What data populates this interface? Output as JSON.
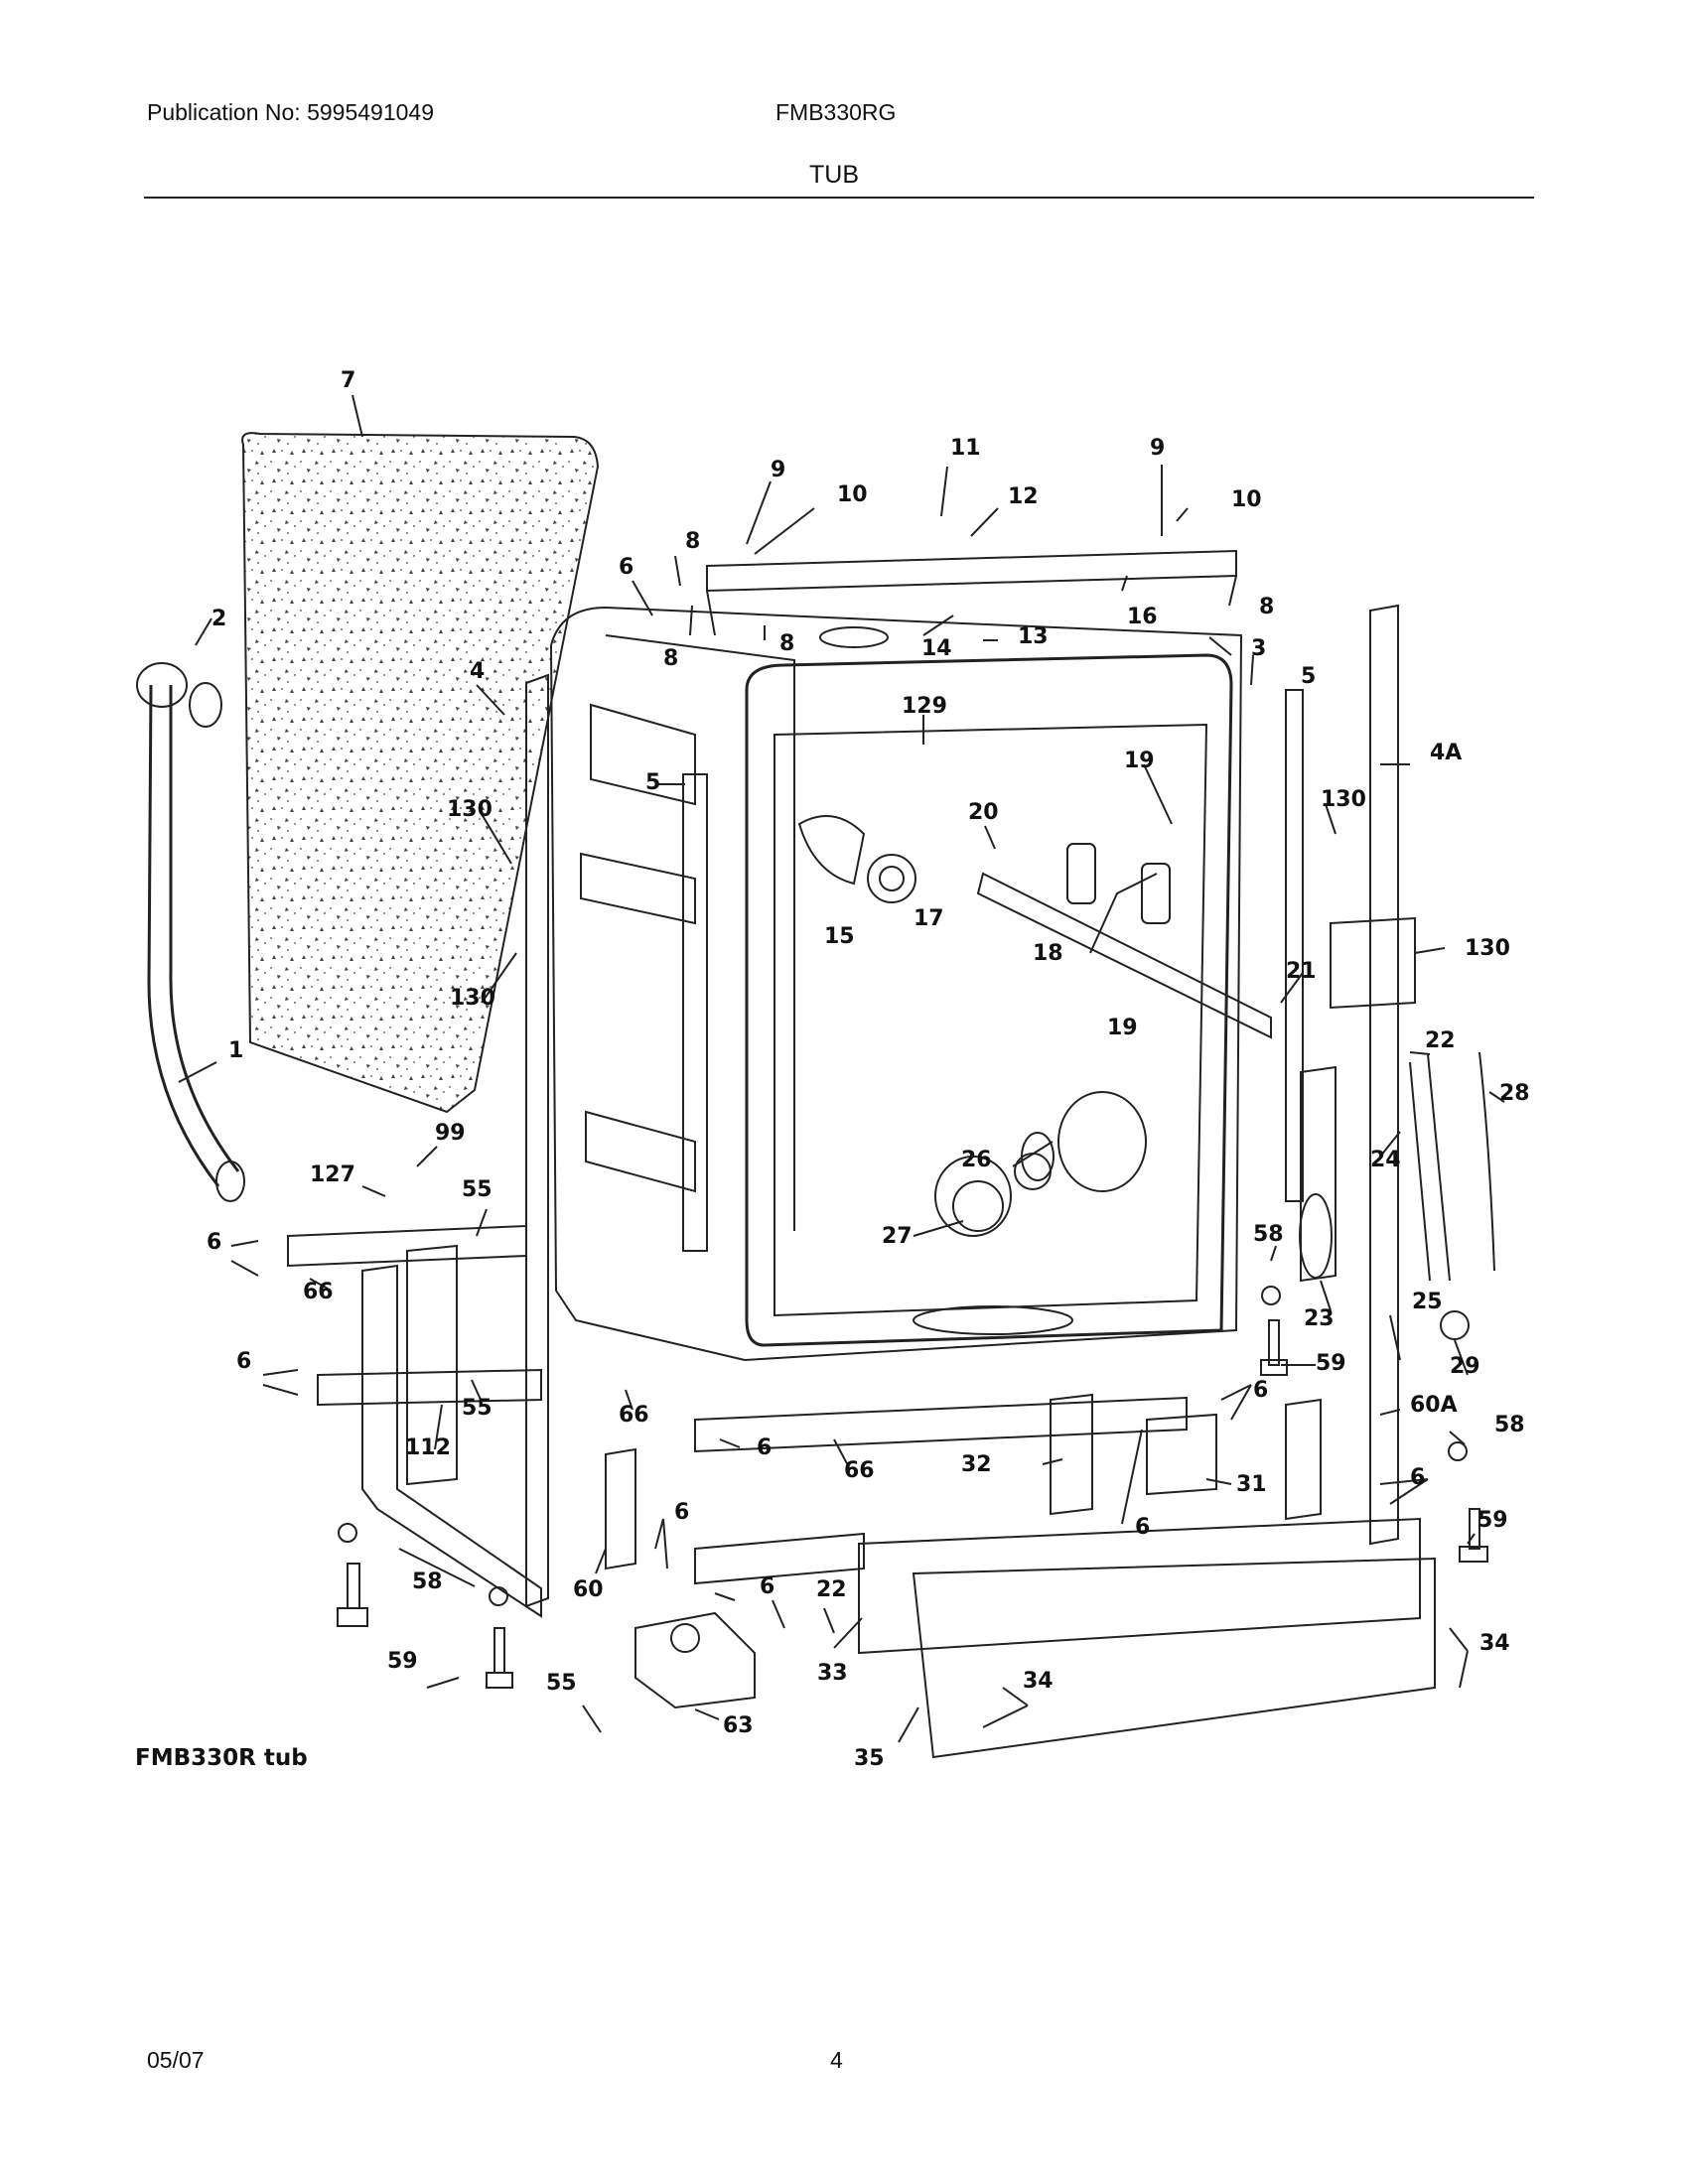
{
  "header": {
    "publication": "Publication No: 5995491049",
    "model": "FMB330RG",
    "section_title": "TUB"
  },
  "diagram": {
    "caption": "FMB330R tub",
    "callouts": [
      {
        "id": "c-7",
        "label": "7"
      },
      {
        "id": "c-2",
        "label": "2"
      },
      {
        "id": "c-1",
        "label": "1"
      },
      {
        "id": "c-9a",
        "label": "9"
      },
      {
        "id": "c-10a",
        "label": "10"
      },
      {
        "id": "c-11",
        "label": "11"
      },
      {
        "id": "c-12",
        "label": "12"
      },
      {
        "id": "c-9b",
        "label": "9"
      },
      {
        "id": "c-10b",
        "label": "10"
      },
      {
        "id": "c-6a",
        "label": "6"
      },
      {
        "id": "c-8a",
        "label": "8"
      },
      {
        "id": "c-8b",
        "label": "8"
      },
      {
        "id": "c-8c",
        "label": "8"
      },
      {
        "id": "c-14",
        "label": "14"
      },
      {
        "id": "c-13",
        "label": "13"
      },
      {
        "id": "c-16",
        "label": "16"
      },
      {
        "id": "c-8d",
        "label": "8"
      },
      {
        "id": "c-3",
        "label": "3"
      },
      {
        "id": "c-4",
        "label": "4"
      },
      {
        "id": "c-129",
        "label": "129"
      },
      {
        "id": "c-5a",
        "label": "5"
      },
      {
        "id": "c-5b",
        "label": "5"
      },
      {
        "id": "c-4A",
        "label": "4A"
      },
      {
        "id": "c-130a",
        "label": "130"
      },
      {
        "id": "c-130b",
        "label": "130"
      },
      {
        "id": "c-130c",
        "label": "130"
      },
      {
        "id": "c-130d",
        "label": "130"
      },
      {
        "id": "c-19a",
        "label": "19"
      },
      {
        "id": "c-20",
        "label": "20"
      },
      {
        "id": "c-15",
        "label": "15"
      },
      {
        "id": "c-17",
        "label": "17"
      },
      {
        "id": "c-18",
        "label": "18"
      },
      {
        "id": "c-19b",
        "label": "19"
      },
      {
        "id": "c-21",
        "label": "21"
      },
      {
        "id": "c-22a",
        "label": "22"
      },
      {
        "id": "c-28",
        "label": "28"
      },
      {
        "id": "c-24",
        "label": "24"
      },
      {
        "id": "c-26",
        "label": "26"
      },
      {
        "id": "c-27",
        "label": "27"
      },
      {
        "id": "c-99",
        "label": "99"
      },
      {
        "id": "c-127",
        "label": "127"
      },
      {
        "id": "c-55a",
        "label": "55"
      },
      {
        "id": "c-6b",
        "label": "6"
      },
      {
        "id": "c-66a",
        "label": "66"
      },
      {
        "id": "c-6c",
        "label": "6"
      },
      {
        "id": "c-55b",
        "label": "55"
      },
      {
        "id": "c-112",
        "label": "112"
      },
      {
        "id": "c-66b",
        "label": "66"
      },
      {
        "id": "c-58a",
        "label": "58"
      },
      {
        "id": "c-23",
        "label": "23"
      },
      {
        "id": "c-25",
        "label": "25"
      },
      {
        "id": "c-29",
        "label": "29"
      },
      {
        "id": "c-59a",
        "label": "59"
      },
      {
        "id": "c-6d",
        "label": "6"
      },
      {
        "id": "c-60A",
        "label": "60A"
      },
      {
        "id": "c-58b",
        "label": "58"
      },
      {
        "id": "c-6e",
        "label": "6"
      },
      {
        "id": "c-66c",
        "label": "66"
      },
      {
        "id": "c-32",
        "label": "32"
      },
      {
        "id": "c-31",
        "label": "31"
      },
      {
        "id": "c-6f",
        "label": "6"
      },
      {
        "id": "c-6g",
        "label": "6"
      },
      {
        "id": "c-59b",
        "label": "59"
      },
      {
        "id": "c-6h",
        "label": "6"
      },
      {
        "id": "c-60",
        "label": "60"
      },
      {
        "id": "c-58c",
        "label": "58"
      },
      {
        "id": "c-6i",
        "label": "6"
      },
      {
        "id": "c-22b",
        "label": "22"
      },
      {
        "id": "c-59c",
        "label": "59"
      },
      {
        "id": "c-33",
        "label": "33"
      },
      {
        "id": "c-34a",
        "label": "34"
      },
      {
        "id": "c-34b",
        "label": "34"
      },
      {
        "id": "c-55c",
        "label": "55"
      },
      {
        "id": "c-63",
        "label": "63"
      },
      {
        "id": "c-35",
        "label": "35"
      }
    ]
  },
  "footer": {
    "date": "05/07",
    "page": "4"
  }
}
